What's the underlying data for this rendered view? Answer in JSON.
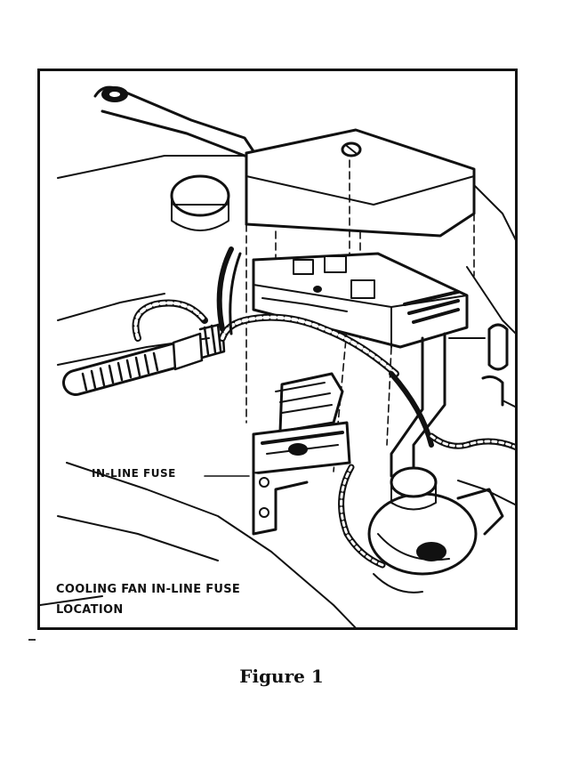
{
  "diagram": {
    "callout": "IN-LINE FUSE",
    "caption_lines": [
      "COOLING FAN IN-LINE FUSE",
      "LOCATION"
    ],
    "figure_title": "Figure 1"
  },
  "colors": {
    "ink": "#111111",
    "paper": "#ffffff"
  }
}
